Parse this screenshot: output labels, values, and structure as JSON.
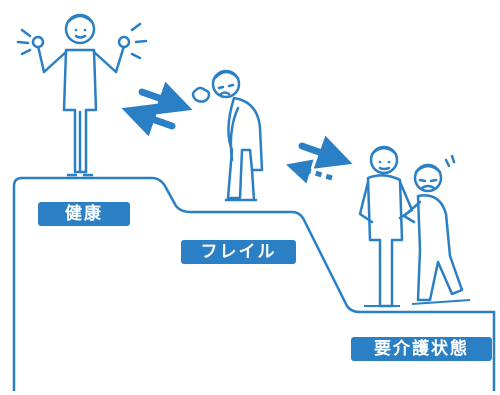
{
  "stages": [
    {
      "label": "健康"
    },
    {
      "label": "フレイル"
    },
    {
      "label": "要介護状態"
    }
  ],
  "colors": {
    "accent": "#2b7fc4",
    "line": "#2b7fc4",
    "fill": "#ffffff",
    "label_text": "#ffffff"
  },
  "icons": {
    "arrows_top": "bidirectional-arrows-icon",
    "arrows_bottom": "forward-and-dashed-back-arrow-icon"
  }
}
